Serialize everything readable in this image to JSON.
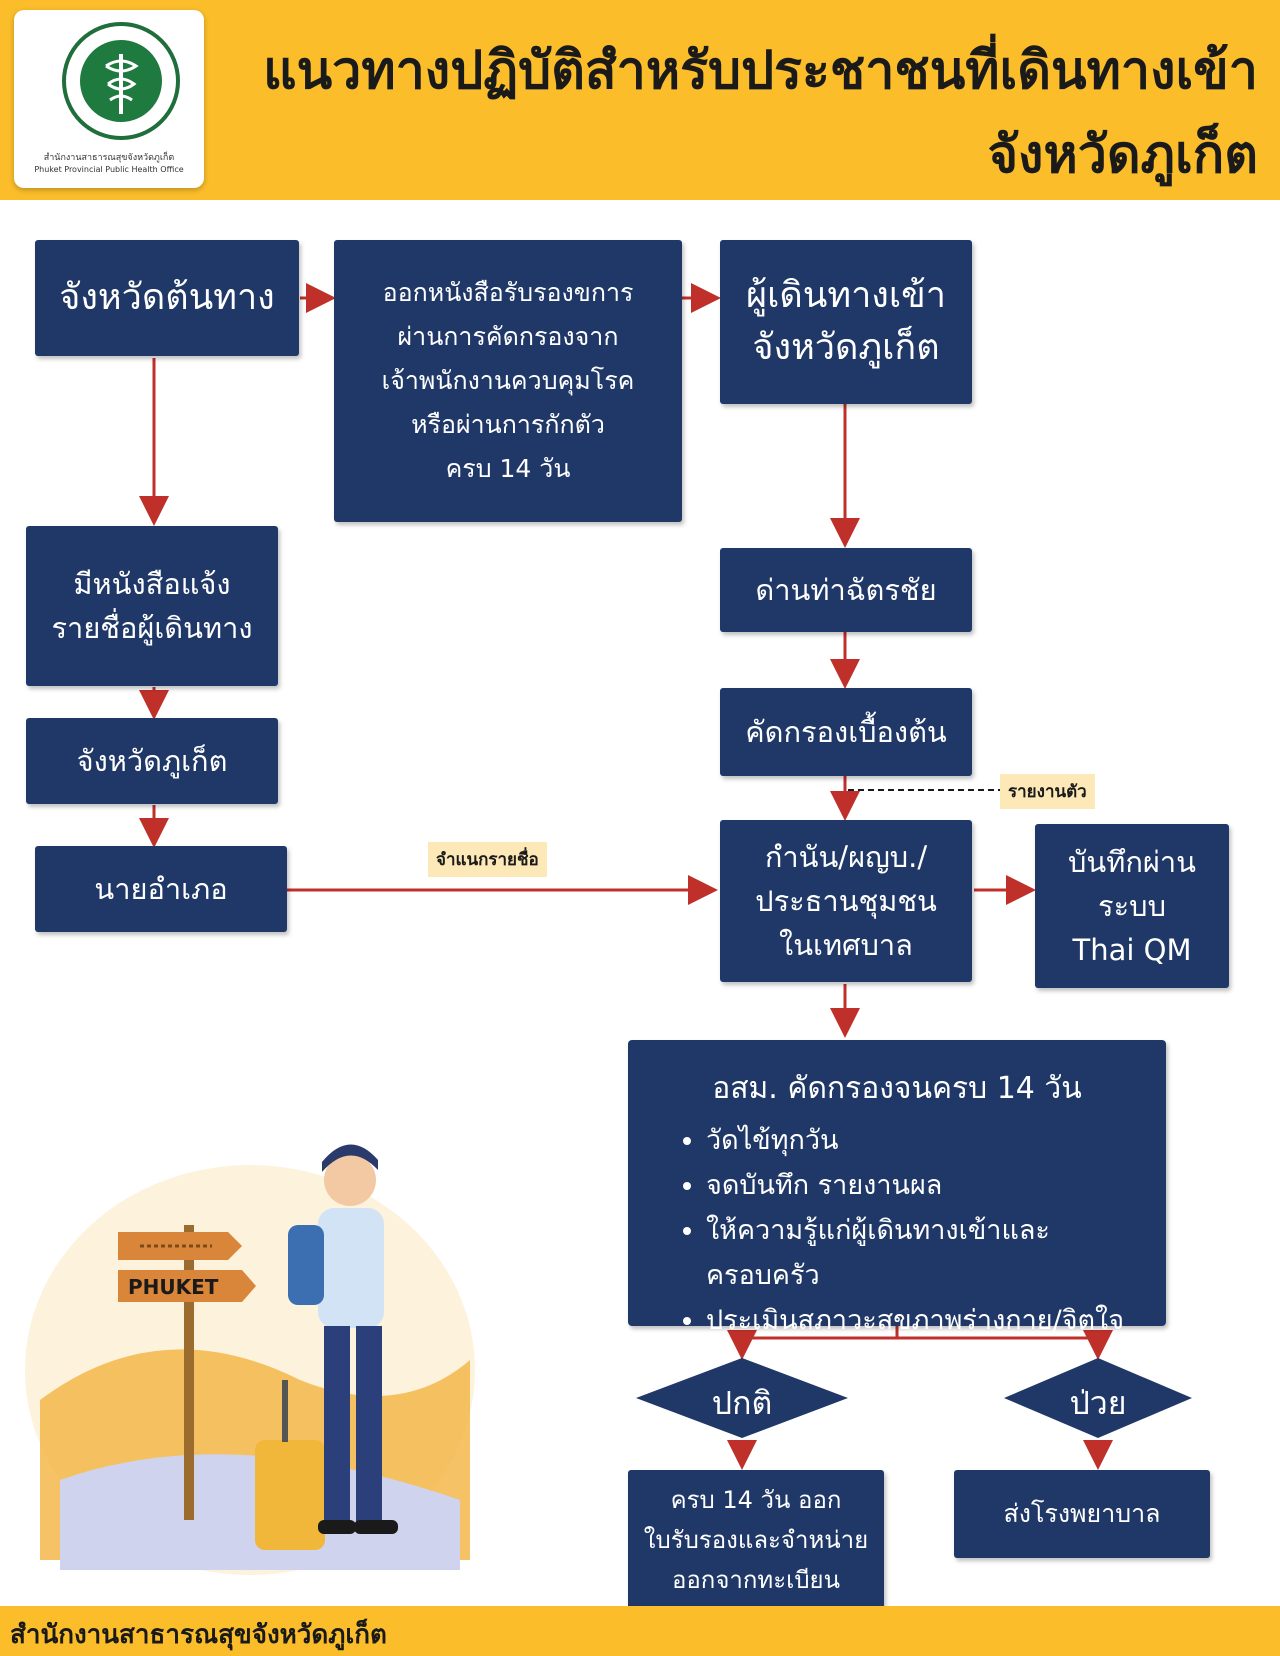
{
  "header": {
    "title_line1": "แนวทางปฏิบัติสำหรับประชาชนที่เดินทางเข้า",
    "title_line2": "จังหวัดภูเก็ต",
    "logo": {
      "icon": "moph-caduceus-emblem",
      "caption_line1": "สำนักงานสาธารณสุขจังหวัดภูเก็ต",
      "caption_line2": "Phuket Provincial Public Health Office"
    }
  },
  "flow": {
    "origin_province": "จังหวัดต้นทาง",
    "certificate": [
      "ออกหนังสือรับรองขการ",
      "ผ่านการคัดกรองจาก",
      "เจ้าพนักงานควบคุมโรค",
      "หรือผ่านการกักตัว",
      "ครบ 14 วัน"
    ],
    "traveler_entry": [
      "ผู้เดินทางเข้า",
      "จังหวัดภูเก็ต"
    ],
    "notice_letter": [
      "มีหนังสือแจ้ง",
      "รายชื่อผู้เดินทาง"
    ],
    "phuket_province": "จังหวัดภูเก็ต",
    "district_chief": "นายอำเภอ",
    "checkpoint": "ด่านท่าฉัตรชัย",
    "initial_screening": "คัดกรองเบื้องต้น",
    "report_tag": "รายงานตัว",
    "distribute_tag": "จำแนกรายชื่อ",
    "local_leader": [
      "กำนัน/ผญบ./",
      "ประธานชุมชน",
      "ในเทศบาล"
    ],
    "record_system": [
      "บันทึกผ่าน",
      "ระบบ",
      "Thai QM"
    ],
    "vhv_screening": {
      "title": "อสม. คัดกรองจนครบ  14 วัน",
      "items": [
        "วัดไข้ทุกวัน",
        "จดบันทึก รายงานผล",
        "ให้ความรู้แก่ผู้เดินทางเข้าและครอบครัว",
        "ประเมินสภาวะสุขภาพร่างกาย/จิตใจ"
      ]
    },
    "normal": "ปกติ",
    "sick": "ป่วย",
    "release": [
      "ครบ 14 วัน ออก",
      "ใบรับรองและจำหน่าย",
      "ออกจากทะเบียน"
    ],
    "hospital": "ส่งโรงพยาบาล"
  },
  "illustration": {
    "sign_text": "PHUKET",
    "icon": "traveler-with-suitcase-illustration"
  },
  "footer": {
    "text": "สำนักงานสาธารณสุขจังหวัดภูเก็ต"
  },
  "colors": {
    "header_bg": "#fbbe2a",
    "box_bg": "#203868",
    "arrow": "#c0302a",
    "tag_bg": "#fde9b7"
  }
}
